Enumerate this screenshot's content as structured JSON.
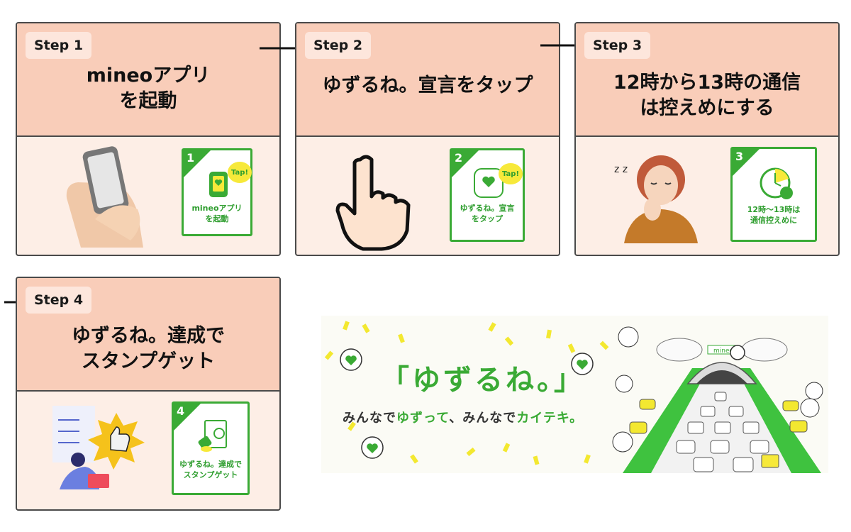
{
  "steps": [
    {
      "badge": "Step 1",
      "title": "mineoアプリ\nを起動",
      "icon_num": "1",
      "icon_label": "mineoアプリ\nを起動",
      "tap": "Tap!"
    },
    {
      "badge": "Step 2",
      "title": "ゆずるね。宣言をタップ",
      "icon_num": "2",
      "icon_label": "ゆずるね。宣言\nをタップ",
      "tap": "Tap!"
    },
    {
      "badge": "Step 3",
      "title": "12時から13時の通信\nは控えめにする",
      "icon_num": "3",
      "icon_label": "12時～13時は\n通信控えめに"
    },
    {
      "badge": "Step 4",
      "title": "ゆずるね。達成で\nスタンプゲット",
      "icon_num": "4",
      "icon_label": "ゆずるね。達成で\nスタンプゲット"
    }
  ],
  "banner": {
    "title": "「ゆずるね。」",
    "sub_part1": "みんなで",
    "sub_part2": "ゆずって",
    "sub_part3": "、みんなで",
    "sub_part4": "カイテキ。",
    "tunnel_sign": "mineo"
  },
  "colors": {
    "accent_green": "#3aaa35",
    "card_top": "#f9cdb9",
    "card_bottom": "#fdeee6",
    "yellow": "#f7e93a"
  }
}
